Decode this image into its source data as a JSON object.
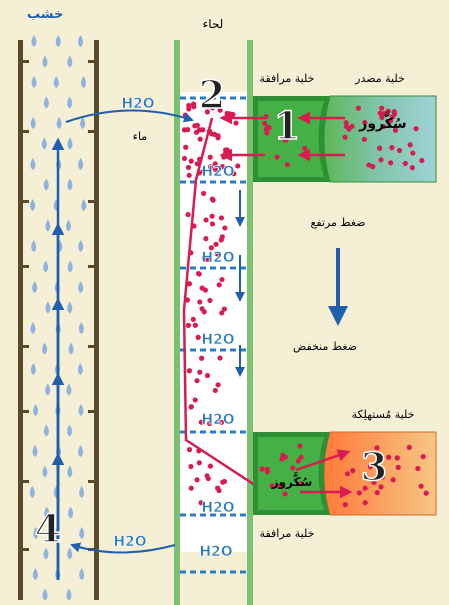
{
  "labels": {
    "xylem": "خشب",
    "phloem": "لحاء",
    "companion_cell": "خلية مرافقة",
    "source_cell": "خلية مصدر",
    "sink_cell": "خلية مُستهلِكة",
    "companion_cell_bottom": "خلية مرافقة",
    "sucrose_top": "سُكَّروز",
    "sucrose_bottom": "سُكَّروز",
    "water_word": "ماء",
    "high_pressure": "ضغط مرتفع",
    "low_pressure": "ضغط منخفض"
  },
  "h2o_labels": {
    "top_arrow": "H2O",
    "phloem_1": "H2O",
    "phloem_2": "H2O",
    "phloem_3": "H2O",
    "phloem_4": "H2O",
    "phloem_5": "H2O",
    "phloem_6": "H2O",
    "bottom_arrow": "H2O"
  },
  "step_numbers": [
    "1",
    "2",
    "3",
    "4"
  ],
  "colors": {
    "background": "#f5efd6",
    "xylem_wall": "#5a4a2a",
    "water_drop": "#8fb3de",
    "phloem_wall": "#7cc170",
    "phloem_fill": "#ffffff",
    "sieve_plate": "#2a7bbf",
    "sucrose_dot": "#d81b50",
    "source_cell_start": "#4fb24c",
    "source_cell_end": "#8ecbd3",
    "companion_cell": "#3aa23d",
    "sink_cell_start": "#ff8a3d",
    "sink_cell_end": "#f4c27a",
    "arrow_blue": "#1f5fae",
    "flow_red": "#d81b50"
  }
}
